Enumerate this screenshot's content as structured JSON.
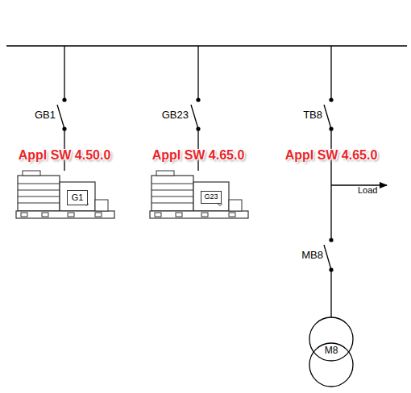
{
  "diagram": {
    "nodes": [
      {
        "text": [
          "G1"
        ]
      },
      {
        "text": [
          "G23"
        ]
      },
      {
        "text": [
          "M8"
        ]
      }
    ],
    "labels": [
      "GB1",
      "Appl SW 4.50.0",
      "GB23",
      "Appl SW 4.65.0",
      "TB8",
      "Appl SW 4.65.0",
      "Load",
      "MB8"
    ]
  }
}
